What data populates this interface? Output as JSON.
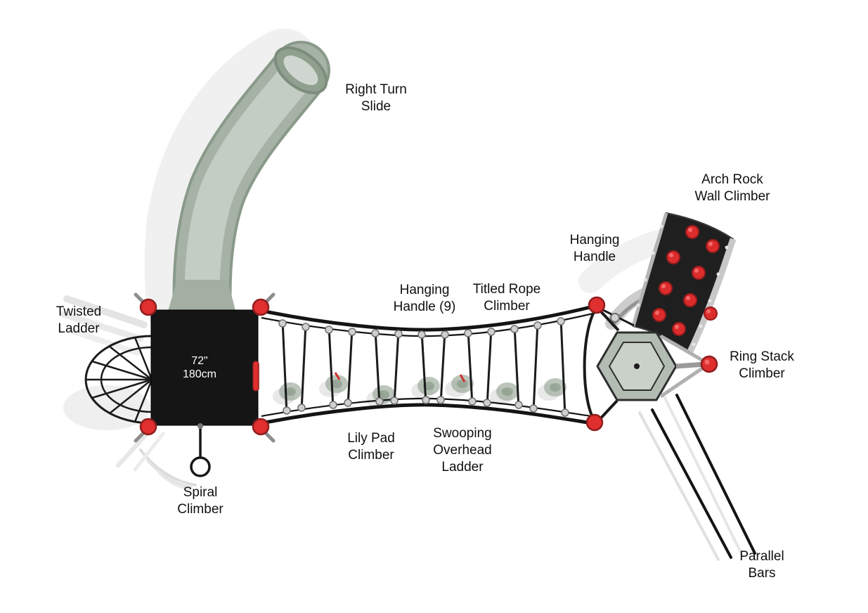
{
  "diagram": {
    "labels": {
      "right_turn_slide": "Right Turn\nSlide",
      "arch_rock_wall_climber": "Arch Rock\nWall Climber",
      "hanging_handle": "Hanging\nHandle",
      "twisted_ladder": "Twisted\nLadder",
      "hanging_handle_9": "Hanging\nHandle (9)",
      "titled_rope_climber": "Titled Rope\nClimber",
      "ring_stack_climber": "Ring Stack\nClimber",
      "lily_pad_climber": "Lily Pad\nClimber",
      "swooping_overhead_ladder": "Swooping\nOverhead\nLadder",
      "spiral_climber": "Spiral\nClimber",
      "parallel_bars": "Parallel\nBars",
      "platform_size": "72\"\n180cm"
    },
    "colors": {
      "background": "#ffffff",
      "slide_outer": "#8a9a8a",
      "slide_body": "#a5b2a5",
      "slide_inner": "#c4cdc4",
      "platform_deck": "#151515",
      "post_red": "#e02f2f",
      "post_red_rim": "#8f1d1d",
      "frame_black": "#1a1a1a",
      "metal_gray": "#9a9a9a",
      "lily_pad_green": "#8fa18f",
      "rock_wall_panel": "#1f1f1f",
      "rock_hold_red": "#dd2c2c",
      "shadow_gray": "#e2e2e2",
      "label_text": "#101010",
      "platform_label_text": "#ffffff"
    }
  }
}
